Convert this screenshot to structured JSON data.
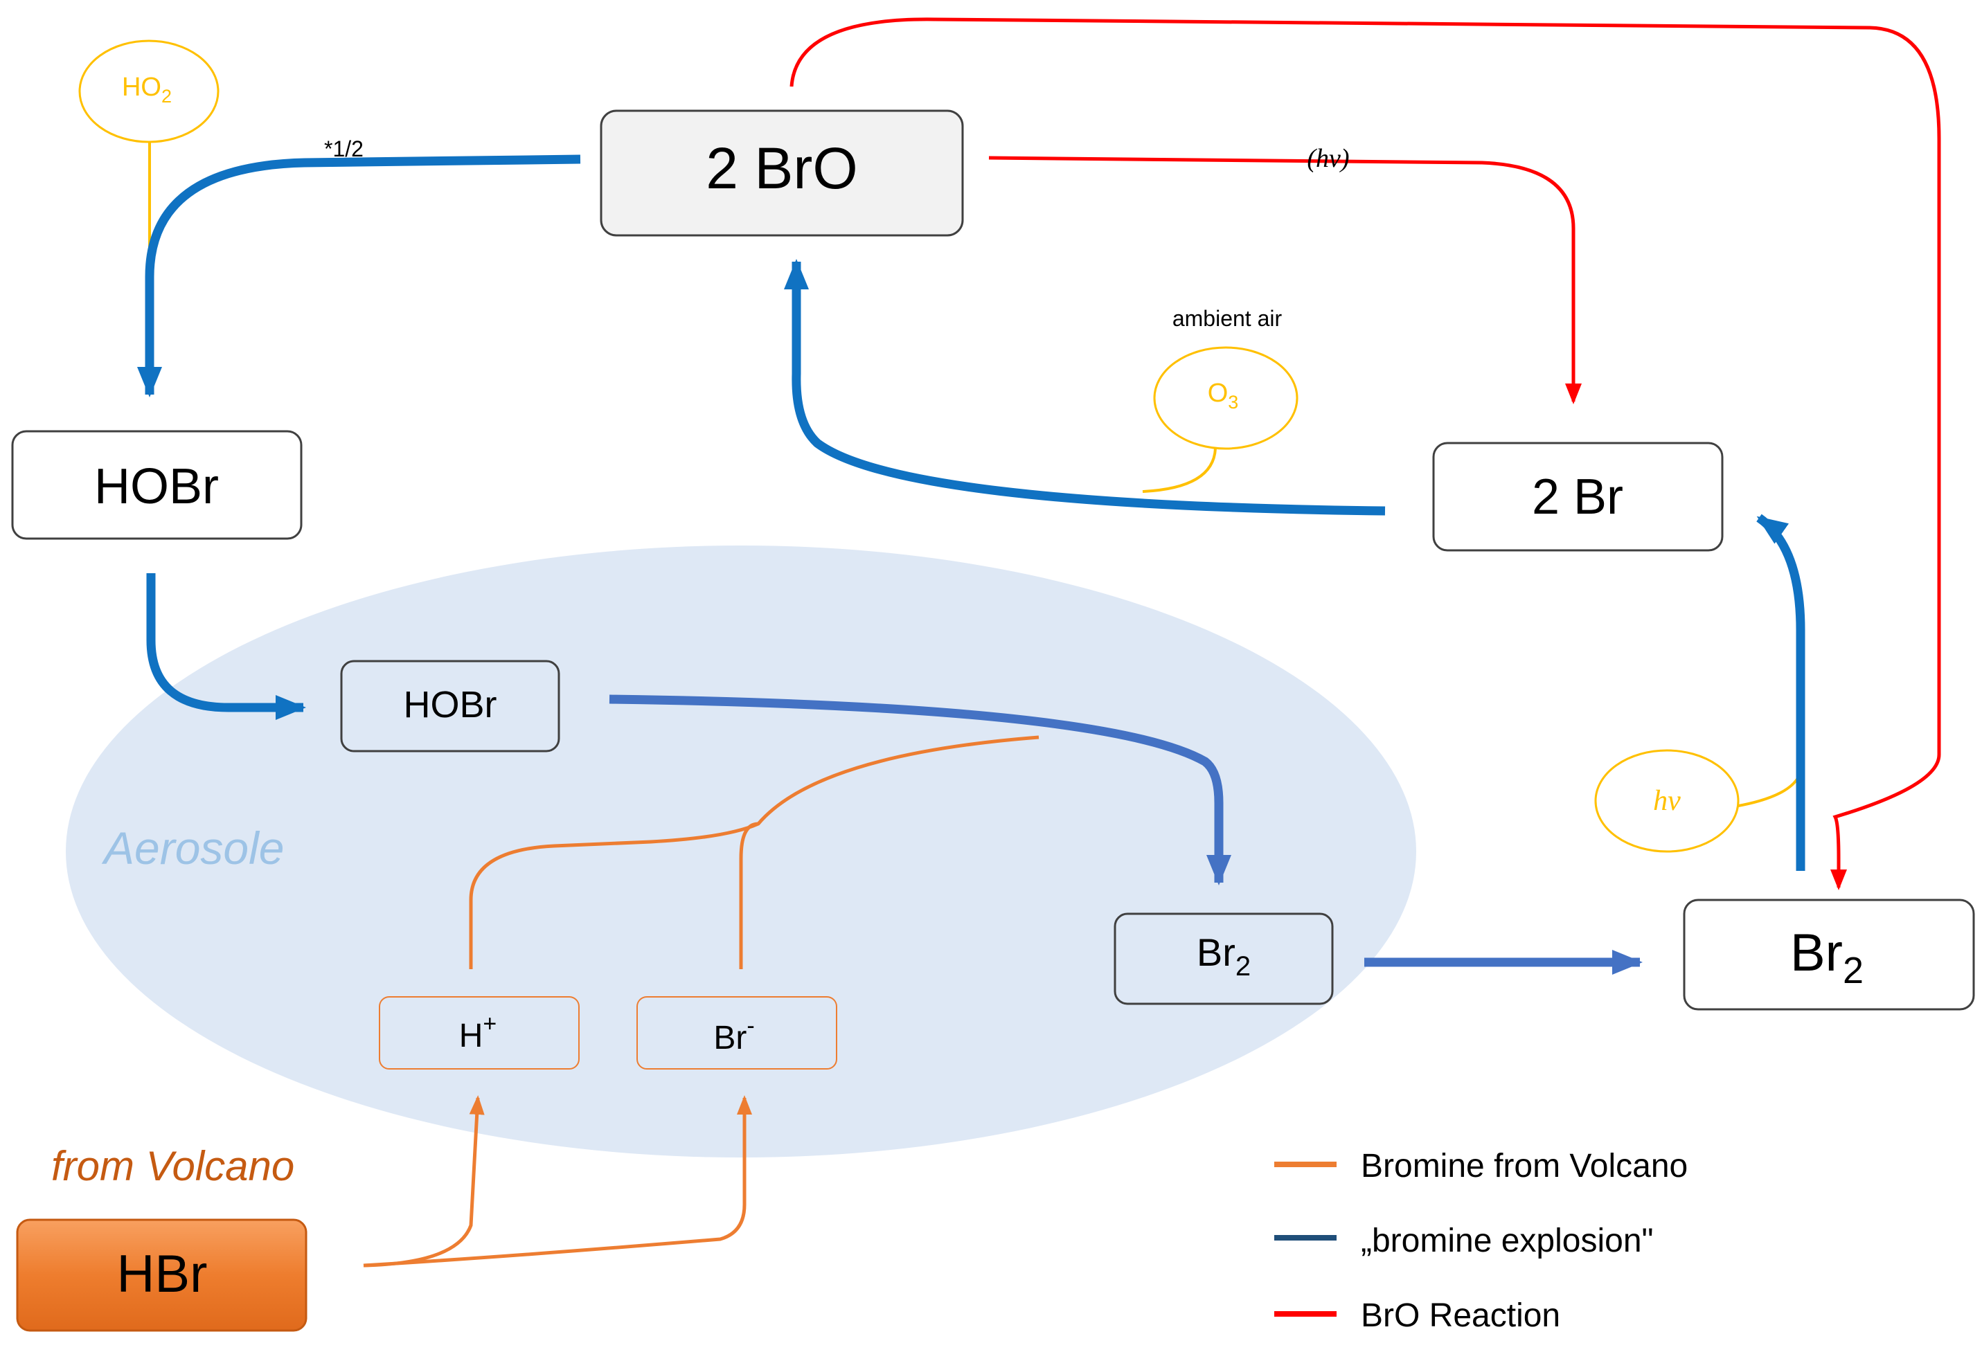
{
  "nodes": {
    "bro": {
      "main": "2 BrO"
    },
    "hobr_top": {
      "main": "HOBr"
    },
    "br_2": {
      "main": "2 Br"
    },
    "hobr_aero": {
      "main": "HOBr"
    },
    "br2_aero": {
      "main": "Br",
      "sub": "2"
    },
    "br2_right": {
      "main": "Br",
      "sub": "2"
    },
    "h_plus": {
      "main": "H",
      "sup": "+"
    },
    "br_minus": {
      "main": "Br",
      "sup": "-"
    },
    "hbr": {
      "main": "HBr"
    }
  },
  "reactants": {
    "ho2": {
      "main": "HO",
      "sub": "2"
    },
    "o3": {
      "main": "O",
      "sub": "3"
    },
    "hv_right": "hν"
  },
  "labels": {
    "half": "*1/2",
    "hv_top": "(hν)",
    "ambient_air": "ambient air",
    "aerosole": "Aerosole",
    "from_volcano": "from Volcano"
  },
  "legend": {
    "items": [
      {
        "label": "Bromine from Volcano",
        "color": "#ED7D31"
      },
      {
        "label": "„bromine explosion\"",
        "color": "#1F4E79"
      },
      {
        "label": "BrO Reaction",
        "color": "#FF0000"
      }
    ]
  },
  "colors": {
    "blue_path": "#1072C2",
    "blue_path_light": "#4472C4",
    "red_path": "#FF0000",
    "orange_path": "#ED7D31",
    "yellow": "#FFC000",
    "aerosol_fill": "#DEE8F5",
    "aerosol_text": "#9DC3E6",
    "volcano_text": "#C55A11"
  }
}
